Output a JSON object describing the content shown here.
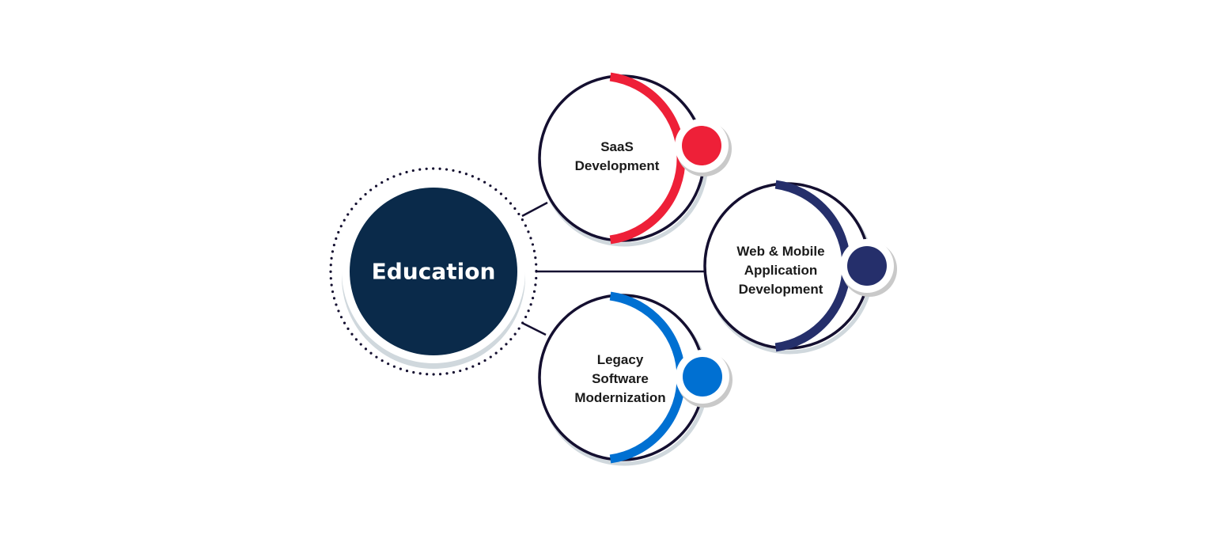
{
  "center": {
    "label": "Education",
    "color": "#0a2a4a"
  },
  "nodes": [
    {
      "label_lines": [
        "SaaS",
        "Development"
      ],
      "color": "#ee2038"
    },
    {
      "label_lines": [
        "Web & Mobile",
        "Application",
        "Development"
      ],
      "color": "#252f6b"
    },
    {
      "label_lines": [
        "Legacy",
        "Software",
        "Modernization"
      ],
      "color": "#0070d2"
    }
  ]
}
